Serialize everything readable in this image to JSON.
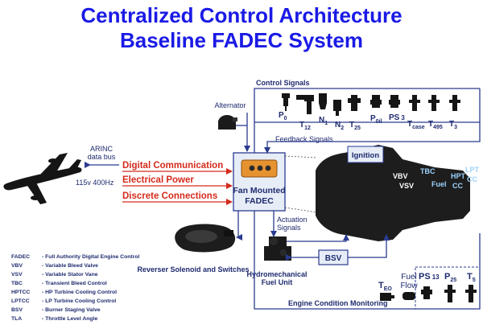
{
  "title": {
    "line1": "Centralized Control Architecture",
    "line2": "Baseline FADEC System"
  },
  "control_signals": "Control Signals",
  "feedback_signals": "Feedback Signals",
  "alternator": "Alternator",
  "arinc": {
    "line1": "ARINC",
    "line2": "data bus"
  },
  "power_spec": "115v 400Hz",
  "links": {
    "digital": "Digital Communication",
    "power": "Electrical Power",
    "discrete": "Discrete Connections"
  },
  "fadec": {
    "line1": "Fan Mounted",
    "line2": "FADEC"
  },
  "actuation": {
    "line1": "Actuation",
    "line2": "Signals"
  },
  "reverser": "Reverser Solenoid and Switches",
  "bsv": "BSV",
  "hmu": {
    "line1": "Hydromechanical",
    "line2": "Fuel Unit"
  },
  "ecm": "Engine Condition Monitoring",
  "engine_labels": {
    "ignition": "Ignition",
    "vbv": "VBV",
    "vsv": "VSV",
    "tbc": "TBC",
    "fuel": "Fuel",
    "hpt": "HPT",
    "cc": "CC",
    "lpt": "LPT",
    "cc2": "CC"
  },
  "sensors_top": [
    {
      "main": "P",
      "sub": "0"
    },
    {
      "main": "T",
      "sub": "12"
    },
    {
      "main": "N",
      "sub": "1"
    },
    {
      "main": "N",
      "sub": "2"
    },
    {
      "main": "T",
      "sub": "25"
    },
    {
      "main": "P",
      "sub": "0il"
    },
    {
      "main": "PS",
      "sub": "3"
    },
    {
      "main": "T",
      "sub": "case"
    },
    {
      "main": "T",
      "sub": "495"
    },
    {
      "main": "T",
      "sub": "3"
    }
  ],
  "sensors_bottom": [
    {
      "main": "T",
      "sub": "EO"
    },
    {
      "main": "PS",
      "sub": "13"
    },
    {
      "main": "P",
      "sub": "25"
    },
    {
      "main": "T",
      "sub": "5"
    }
  ],
  "fuel_flow": {
    "line1": "Fuel",
    "line2": "Flow"
  },
  "glossary": [
    {
      "abbr": "FADEC",
      "desc": "- Full Authority Digital Engine Control"
    },
    {
      "abbr": "VBV",
      "desc": "- Variable Bleed Valve"
    },
    {
      "abbr": "VSV",
      "desc": "- Variable Stator Vane"
    },
    {
      "abbr": "TBC",
      "desc": "- Transient Bleed Control"
    },
    {
      "abbr": "HPTCC",
      "desc": "- HP Turbine Cooling Control"
    },
    {
      "abbr": "LPTCC",
      "desc": "- LP Turbine Cooling Control"
    },
    {
      "abbr": "BSV",
      "desc": "- Burner Staging Valve"
    },
    {
      "abbr": "TLA",
      "desc": "- Throttle Level Angle"
    }
  ]
}
